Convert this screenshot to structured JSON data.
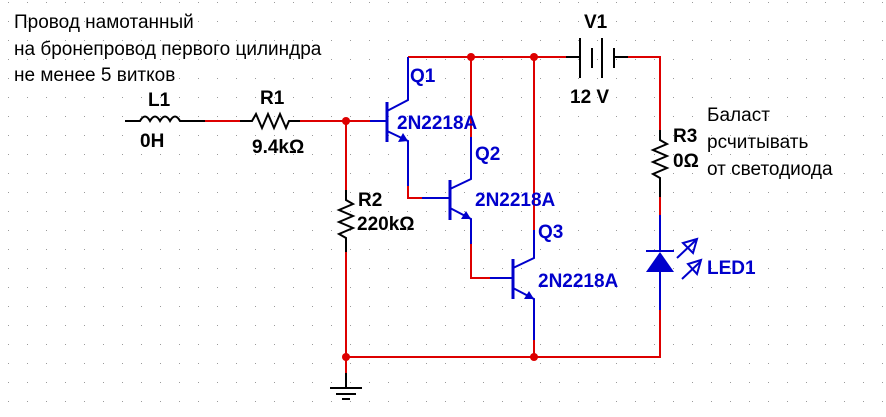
{
  "notes": {
    "coil_note": [
      "Провод намотанный",
      "на бронепровод первого цилиндра",
      "не менее 5 витков"
    ],
    "ballast_note": [
      "Баласт",
      "рсчитывать",
      "от светодиода"
    ]
  },
  "components": {
    "L1": {
      "ref": "L1",
      "value": "0H"
    },
    "R1": {
      "ref": "R1",
      "value": "9.4kΩ"
    },
    "R2": {
      "ref": "R2",
      "value": "220kΩ"
    },
    "R3": {
      "ref": "R3",
      "value": "0Ω"
    },
    "V1": {
      "ref": "V1",
      "value": "12 V"
    },
    "Q1": {
      "ref": "Q1",
      "model": "2N2218A"
    },
    "Q2": {
      "ref": "Q2",
      "model": "2N2218A"
    },
    "Q3": {
      "ref": "Q3",
      "model": "2N2218A"
    },
    "LED1": {
      "ref": "LED1"
    }
  },
  "colors": {
    "wire": "#dd0000",
    "component_passive": "#000000",
    "component_active": "#0000cc",
    "grid_dot": "#9a9a9a"
  }
}
